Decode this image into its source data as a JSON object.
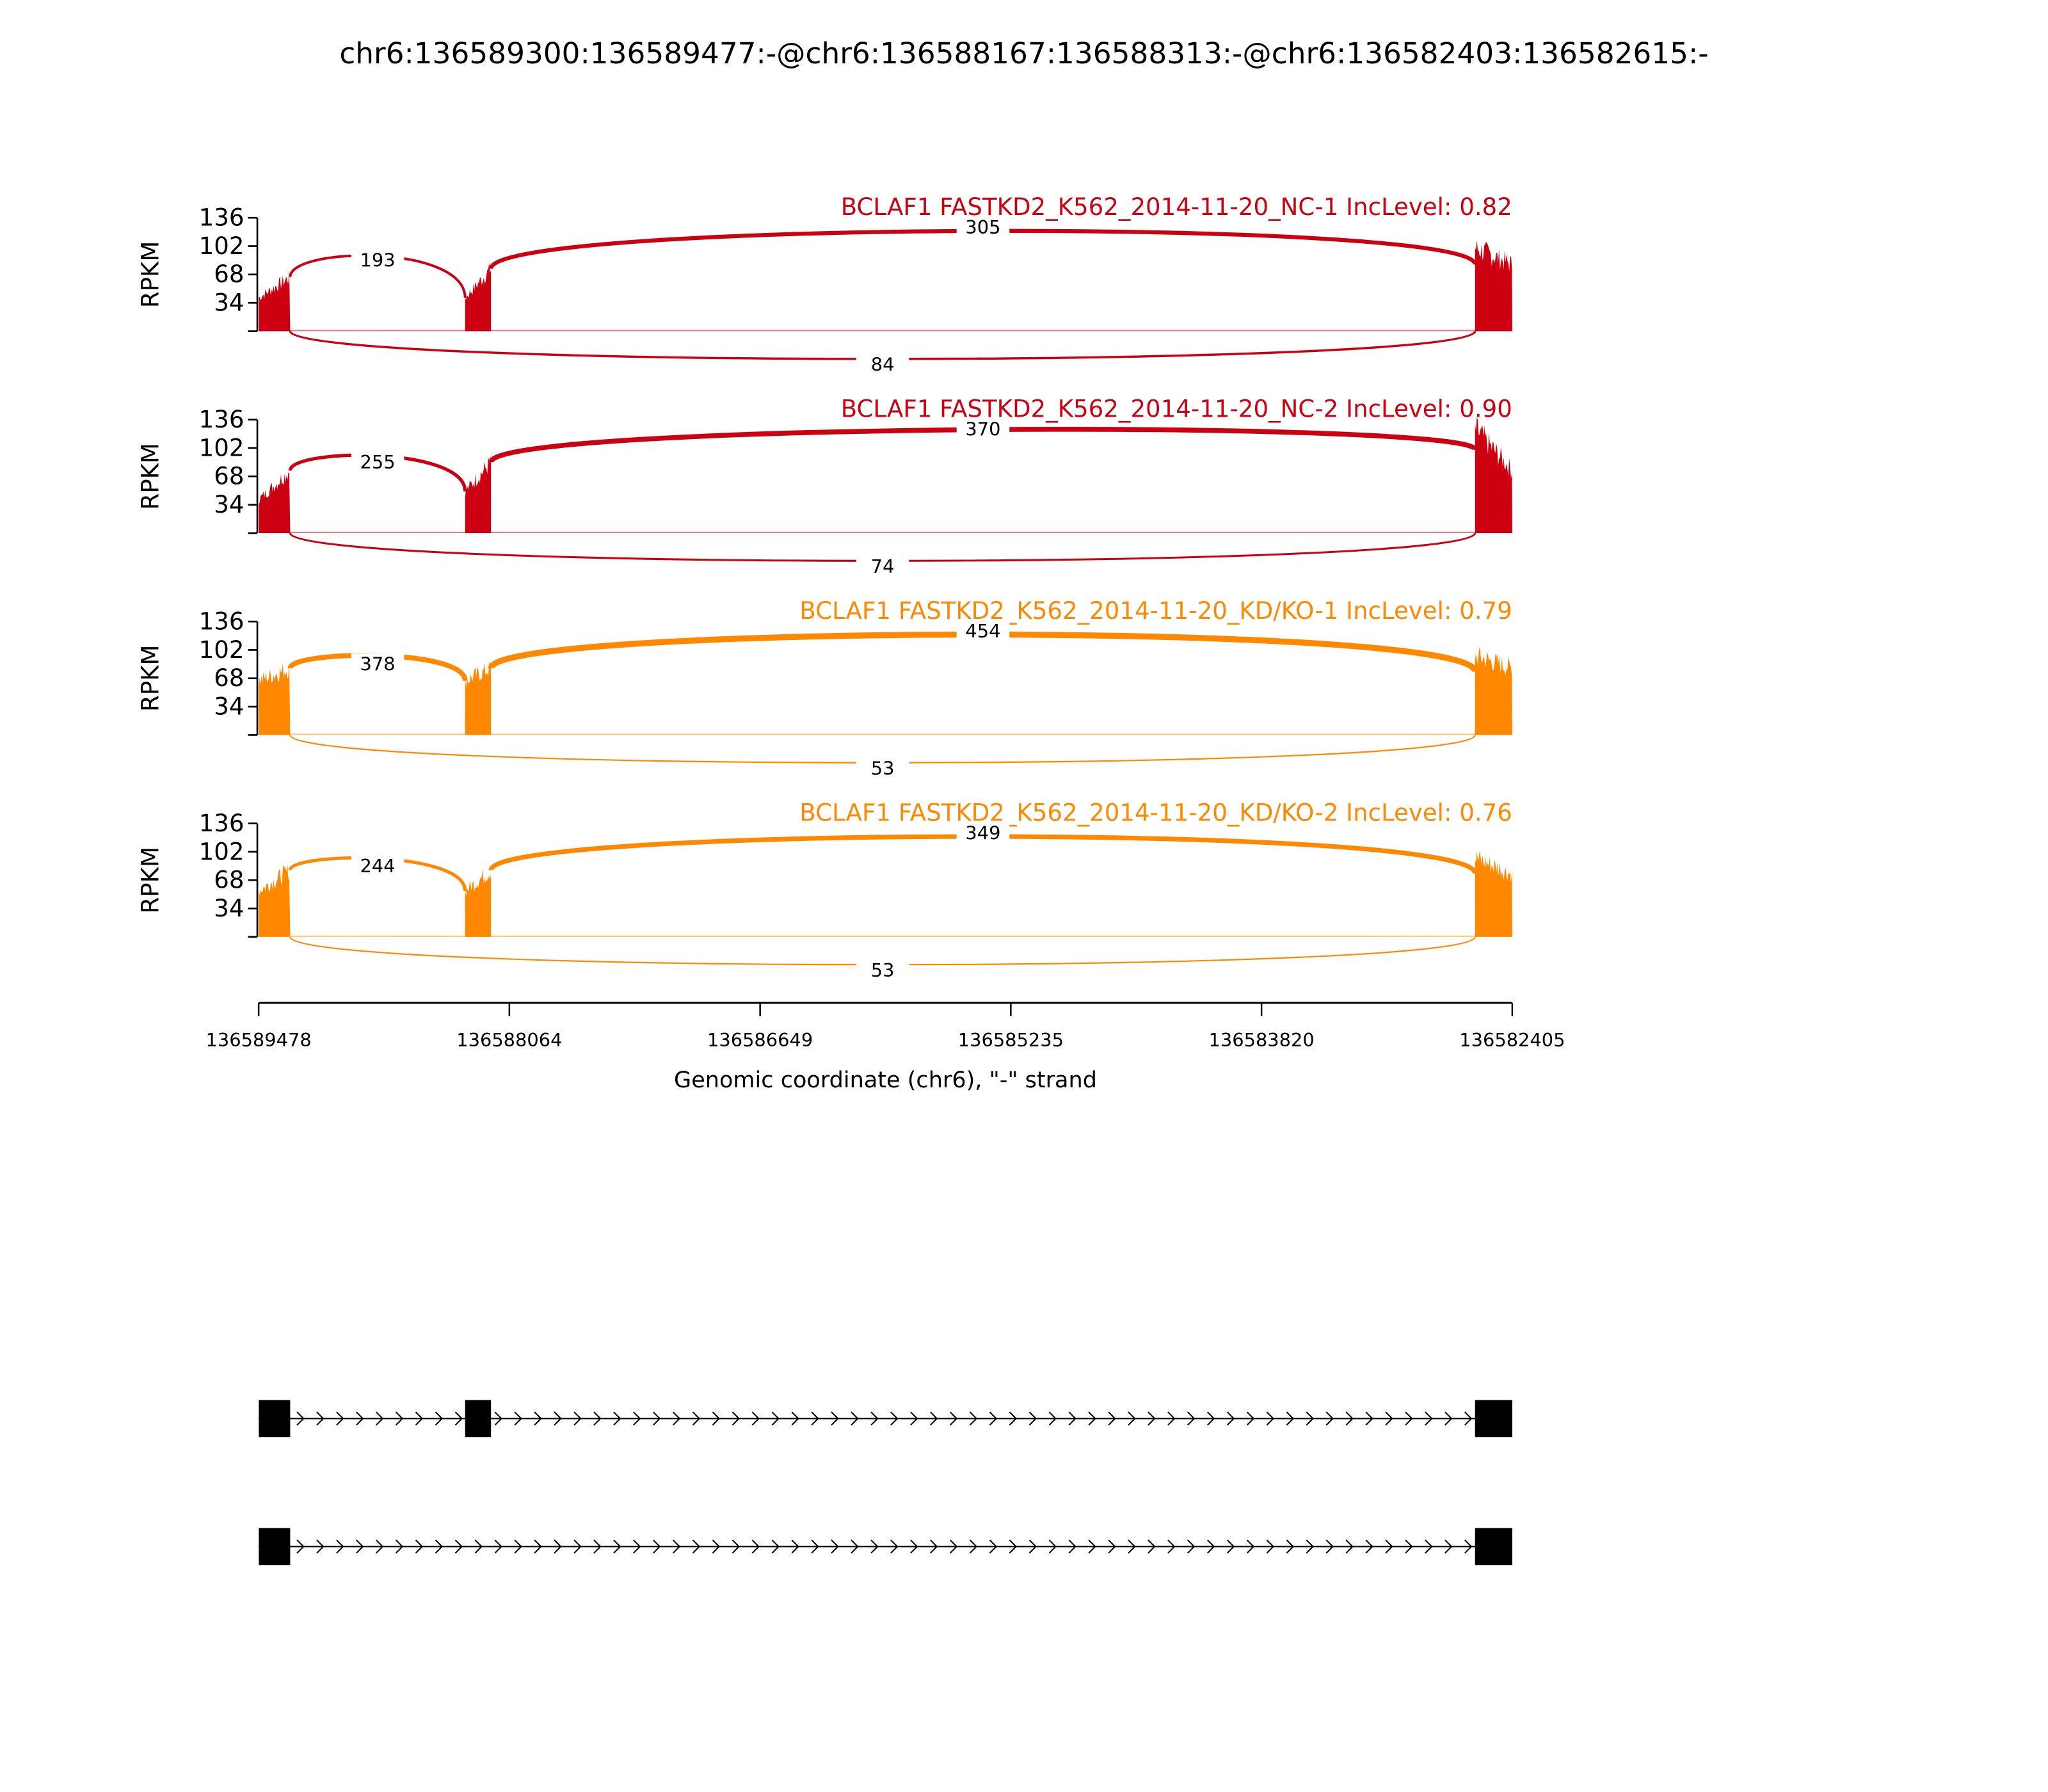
{
  "chart_data": {
    "type": "sashimi",
    "title": "chr6:136589300:136589477:-@chr6:136588167:136588313:-@chr6:136582403:136582615:-",
    "xlabel": "Genomic coordinate (chr6), \"-\" strand",
    "ylabel": "RPKM",
    "xlim": [
      136589478,
      136582405
    ],
    "xticks": [
      "136589478",
      "136588064",
      "136586649",
      "136585235",
      "136583820",
      "136582405"
    ],
    "ylim": [
      0,
      136
    ],
    "yticks": [
      "34",
      "68",
      "102",
      "136"
    ],
    "exons": [
      {
        "start": 136589300,
        "end": 136589477
      },
      {
        "start": 136588167,
        "end": 136588313
      },
      {
        "start": 136582403,
        "end": 136582615
      }
    ],
    "samples": [
      {
        "label": "BCLAF1 FASTKD2_K562_2014-11-20_NC-1 IncLevel: 0.82",
        "color": "#cc0011",
        "junctions": {
          "upstream": "193",
          "downstream": "305",
          "skipping": "84"
        },
        "exon_coverage": [
          [
            40,
            65
          ],
          [
            40,
            75
          ],
          [
            100,
            80
          ]
        ]
      },
      {
        "label": "BCLAF1 FASTKD2_K562_2014-11-20_NC-2 IncLevel: 0.90",
        "color": "#cc0011",
        "junctions": {
          "upstream": "255",
          "downstream": "370",
          "skipping": "74"
        },
        "exon_coverage": [
          [
            40,
            75
          ],
          [
            50,
            85
          ],
          [
            125,
            75
          ]
        ]
      },
      {
        "label": "BCLAF1 FASTKD2_K562_2014-11-20_KD/KO-1 IncLevel: 0.79",
        "color": "#ff8800",
        "junctions": {
          "upstream": "378",
          "downstream": "454",
          "skipping": "53"
        },
        "exon_coverage": [
          [
            65,
            80
          ],
          [
            65,
            80
          ],
          [
            95,
            80
          ]
        ]
      },
      {
        "label": "BCLAF1 FASTKD2_K562_2014-11-20_KD/KO-2 IncLevel: 0.76",
        "color": "#ff8800",
        "junctions": {
          "upstream": "244",
          "downstream": "349",
          "skipping": "53"
        },
        "exon_coverage": [
          [
            55,
            80
          ],
          [
            55,
            80
          ],
          [
            95,
            75
          ]
        ]
      }
    ],
    "transcripts": [
      {
        "exons": [
          0,
          1,
          2
        ]
      },
      {
        "exons": [
          0,
          2
        ]
      }
    ]
  }
}
